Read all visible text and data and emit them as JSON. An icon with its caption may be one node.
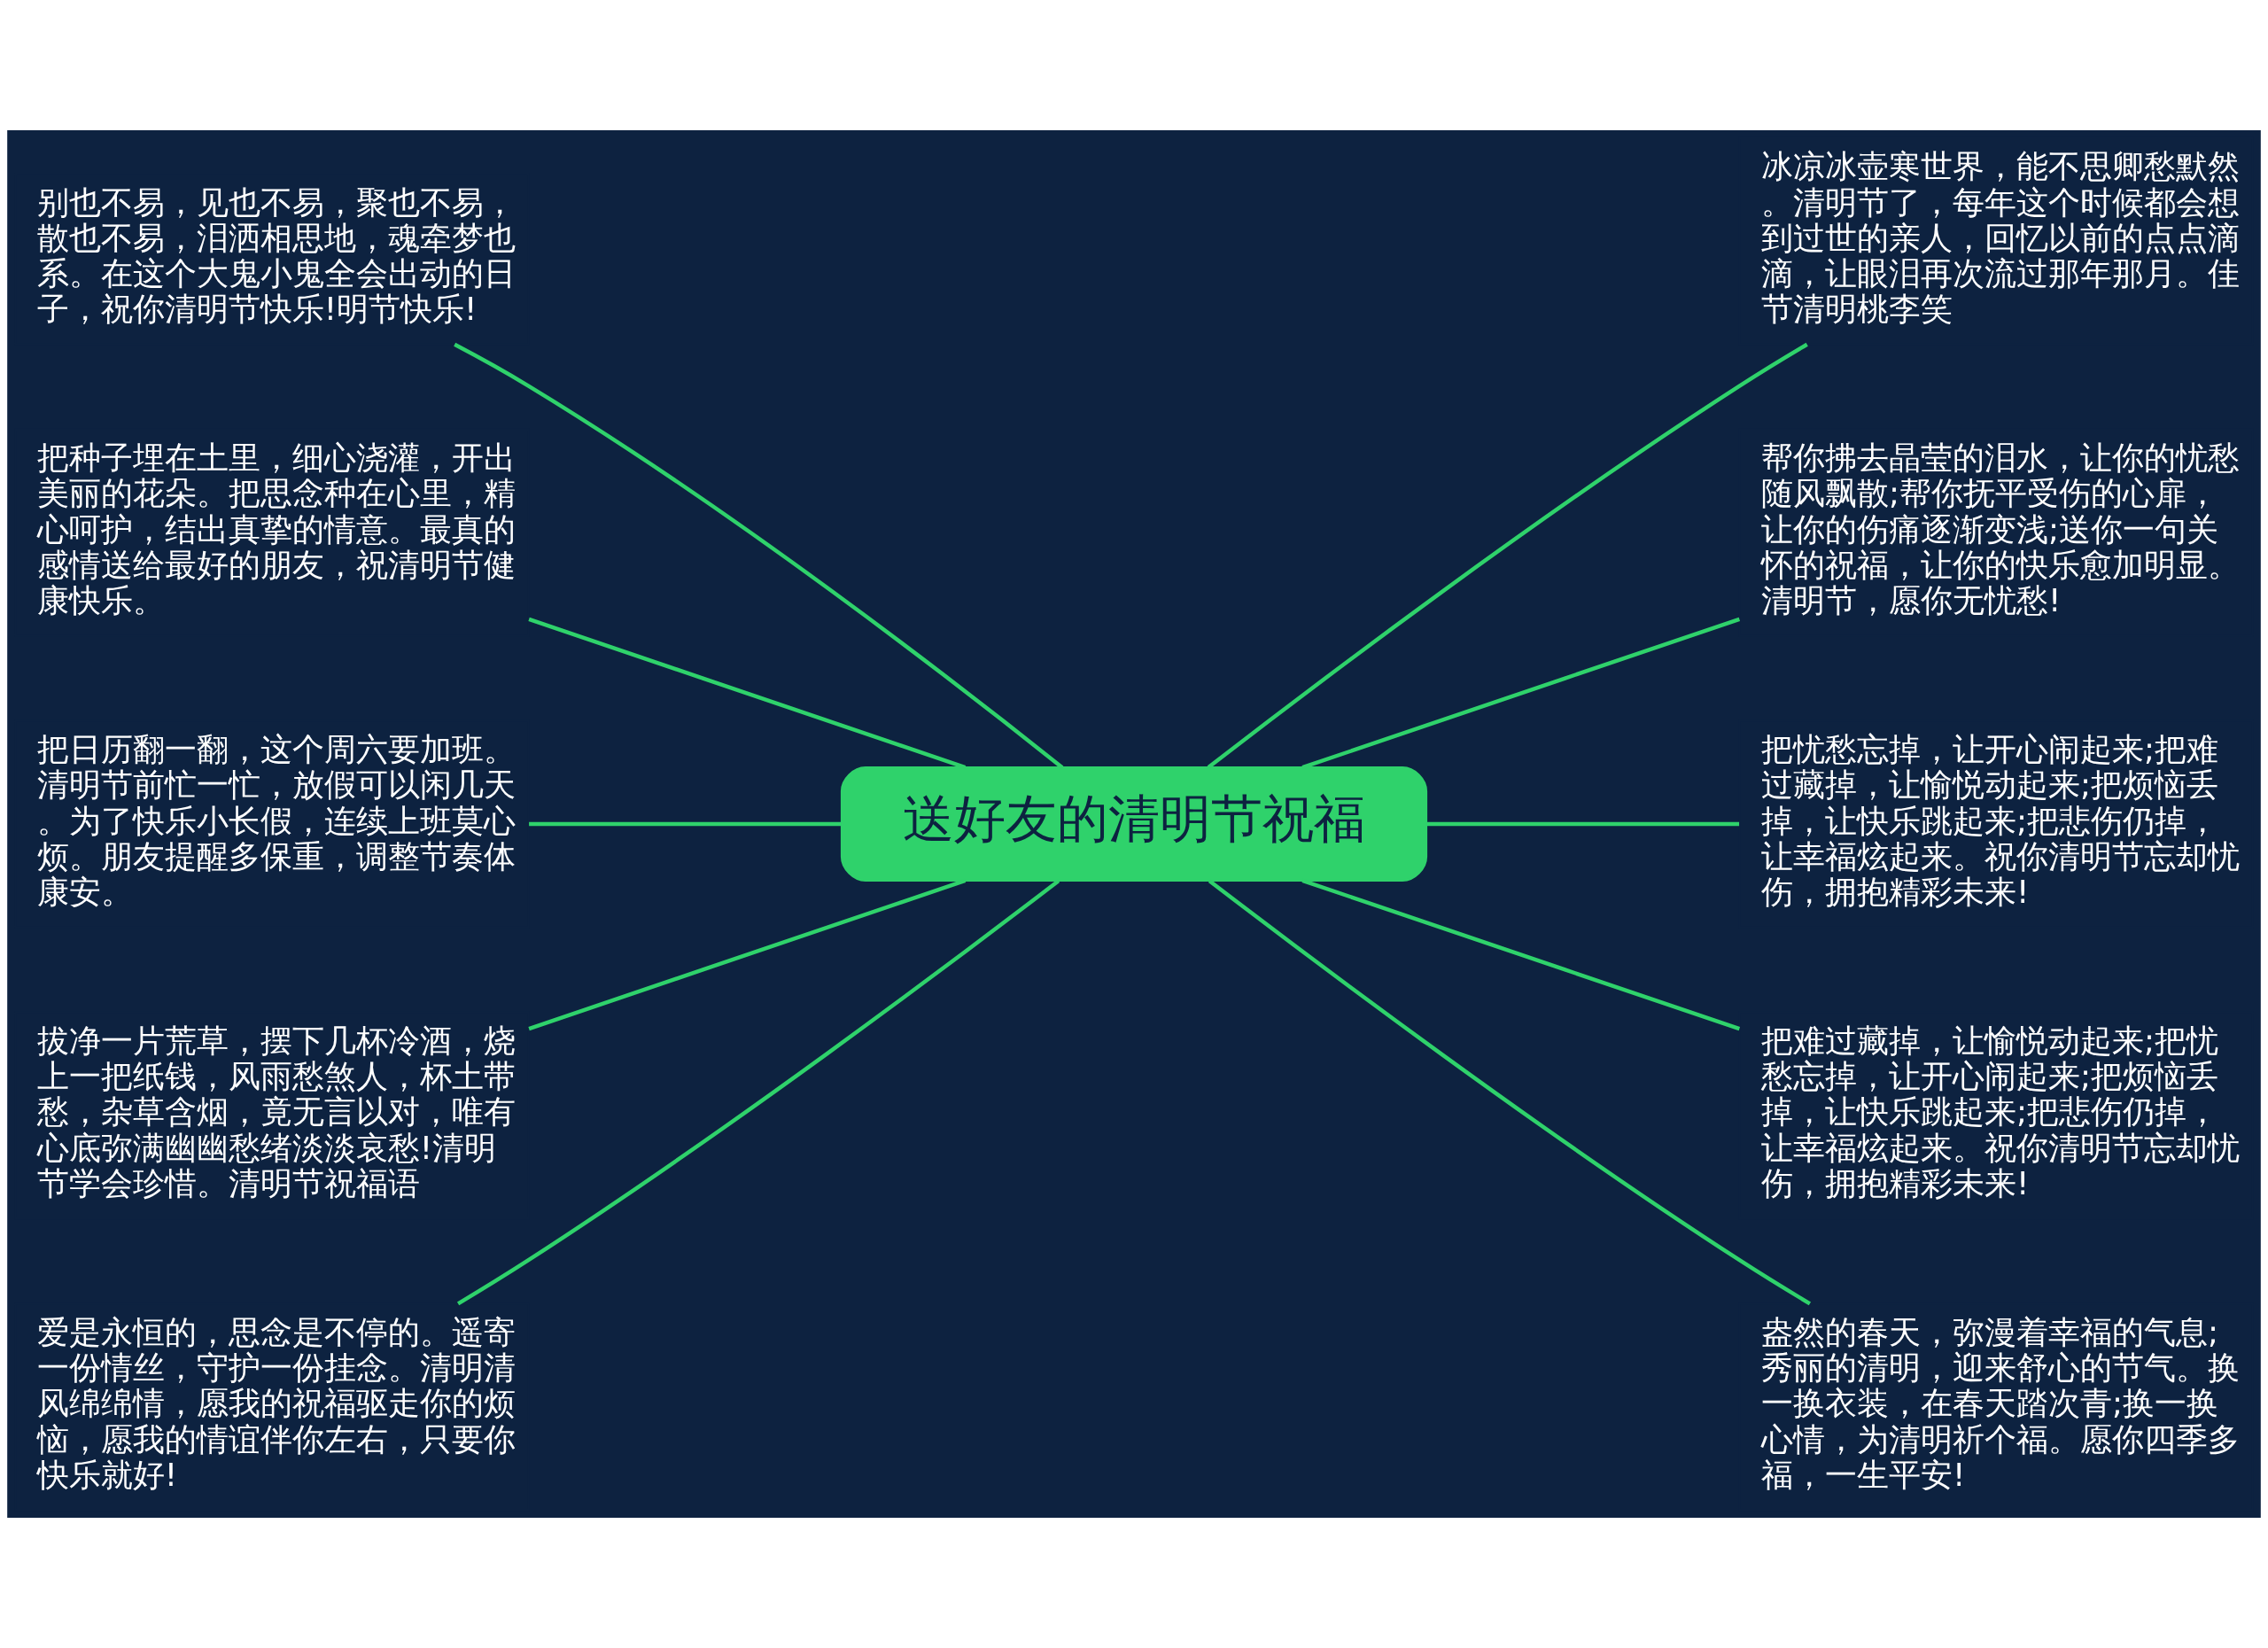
{
  "diagram": {
    "nodes": [
      {
        "text": [
          "送好友的清明节祝福"
        ]
      },
      {
        "text": [
          "别也不易，见也不易，聚也不易，散也不易，泪洒相思地，魂牵梦也系。在这个大鬼小鬼全会出动的日子，祝你清明节快乐!明节快乐!"
        ]
      },
      {
        "text": [
          "把种子埋在土里，细心浇灌，开出美丽的花朵。把思念种在心里，精心呵护，结出真挚的情意。最真的感情送给最好的朋友，祝清明节健康快乐。"
        ]
      },
      {
        "text": [
          "把日历翻一翻，这个周六要加班。清明节前忙一忙，放假可以闲几天。为了快乐小长假，连续上班莫心烦。朋友提醒多保重，调整节奏体康安。"
        ]
      },
      {
        "text": [
          "拔净一片荒草，摆下几杯冷酒，烧上一把纸钱，风雨愁煞人，杯土带愁，杂草含烟，竟无言以对，唯有心底弥满幽幽愁绪淡淡哀愁!清明节学会珍惜。清明节祝福语"
        ]
      },
      {
        "text": [
          "爱是永恒的，思念是不停的。遥寄一份情丝，守护一份挂念。清明清风绵绵情，愿我的祝福驱走你的烦恼，愿我的情谊伴你左右，只要你快乐就好!"
        ]
      },
      {
        "text": [
          "冰凉冰壶寒世界，能不思卿愁默然。清明节了，每年这个时候都会想到过世的亲人，回忆以前的点点滴滴，让眼泪再次流过那年那月。佳节清明桃李笑"
        ]
      },
      {
        "text": [
          "帮你拂去晶莹的泪水，让你的忧愁随风飘散;帮你抚平受伤的心扉，让你的伤痛逐渐变浅;送你一句关怀的祝福，让你的快乐愈加明显。清明节，愿你无忧愁!"
        ]
      },
      {
        "text": [
          "把忧愁忘掉，让开心闹起来;把难过藏掉，让愉悦动起来;把烦恼丢掉，让快乐跳起来;把悲伤仍掉，让幸福炫起来。祝你清明节忘却忧伤，拥抱精彩未来!"
        ]
      },
      {
        "text": [
          "把难过藏掉，让愉悦动起来;把忧愁忘掉，让开心闹起来;把烦恼丢掉，让快乐跳起来;把悲伤仍掉，让幸福炫起来。祝你清明节忘却忧伤，拥抱精彩未来!"
        ]
      },
      {
        "text": [
          "盎然的春天，弥漫着幸福的气息;秀丽的清明，迎来舒心的节气。换一换衣装，在春天踏次青;换一换心情，为清明祈个福。愿你四季多福，一生平安!"
        ]
      }
    ],
    "edges": [
      {
        "from": 0,
        "to": 1,
        "arrow": "none"
      },
      {
        "from": 0,
        "to": 2,
        "arrow": "none"
      },
      {
        "from": 0,
        "to": 3,
        "arrow": "none"
      },
      {
        "from": 0,
        "to": 4,
        "arrow": "none"
      },
      {
        "from": 0,
        "to": 5,
        "arrow": "none"
      },
      {
        "from": 0,
        "to": 6,
        "arrow": "none"
      },
      {
        "from": 0,
        "to": 7,
        "arrow": "none"
      },
      {
        "from": 0,
        "to": 8,
        "arrow": "none"
      },
      {
        "from": 0,
        "to": 9,
        "arrow": "none"
      },
      {
        "from": 0,
        "to": 10,
        "arrow": "none"
      }
    ]
  }
}
